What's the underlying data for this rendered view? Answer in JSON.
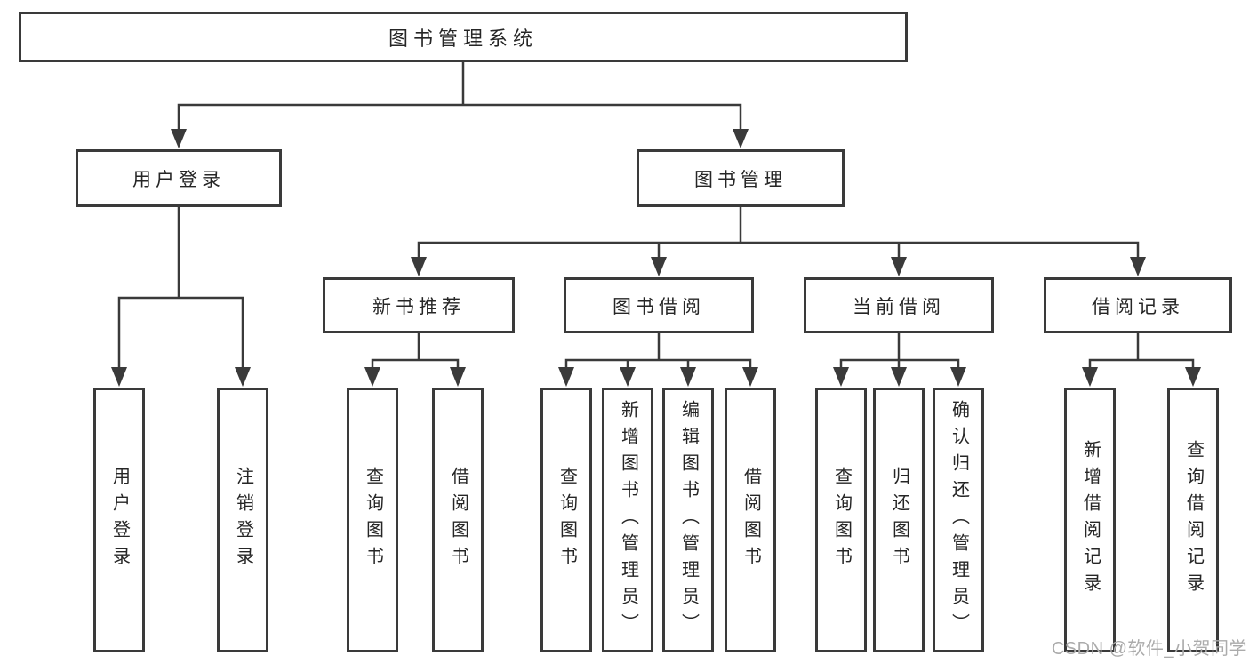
{
  "diagram": {
    "title": "图书管理系统",
    "branches": [
      {
        "label": "用户登录",
        "children": [
          {
            "label": "用户登录"
          },
          {
            "label": "注销登录"
          }
        ]
      },
      {
        "label": "图书管理",
        "children": [
          {
            "label": "新书推荐",
            "children": [
              {
                "label": "查询图书"
              },
              {
                "label": "借阅图书"
              }
            ]
          },
          {
            "label": "图书借阅",
            "children": [
              {
                "label": "查询图书"
              },
              {
                "label": "新增图书（管理员）"
              },
              {
                "label": "编辑图书（管理员）"
              },
              {
                "label": "借阅图书"
              }
            ]
          },
          {
            "label": "当前借阅",
            "children": [
              {
                "label": "查询图书"
              },
              {
                "label": "归还图书"
              },
              {
                "label": "确认归还（管理员）"
              }
            ]
          },
          {
            "label": "借阅记录",
            "children": [
              {
                "label": "新增借阅记录"
              },
              {
                "label": "查询借阅记录"
              }
            ]
          }
        ]
      }
    ]
  },
  "watermark": {
    "text": "CSDN @软件_小贺同学"
  },
  "colors": {
    "line": "#3a3a3a",
    "box_border": "#3a3a3a",
    "text": "#262626",
    "watermark": "#ababab",
    "background": "#ffffff"
  }
}
